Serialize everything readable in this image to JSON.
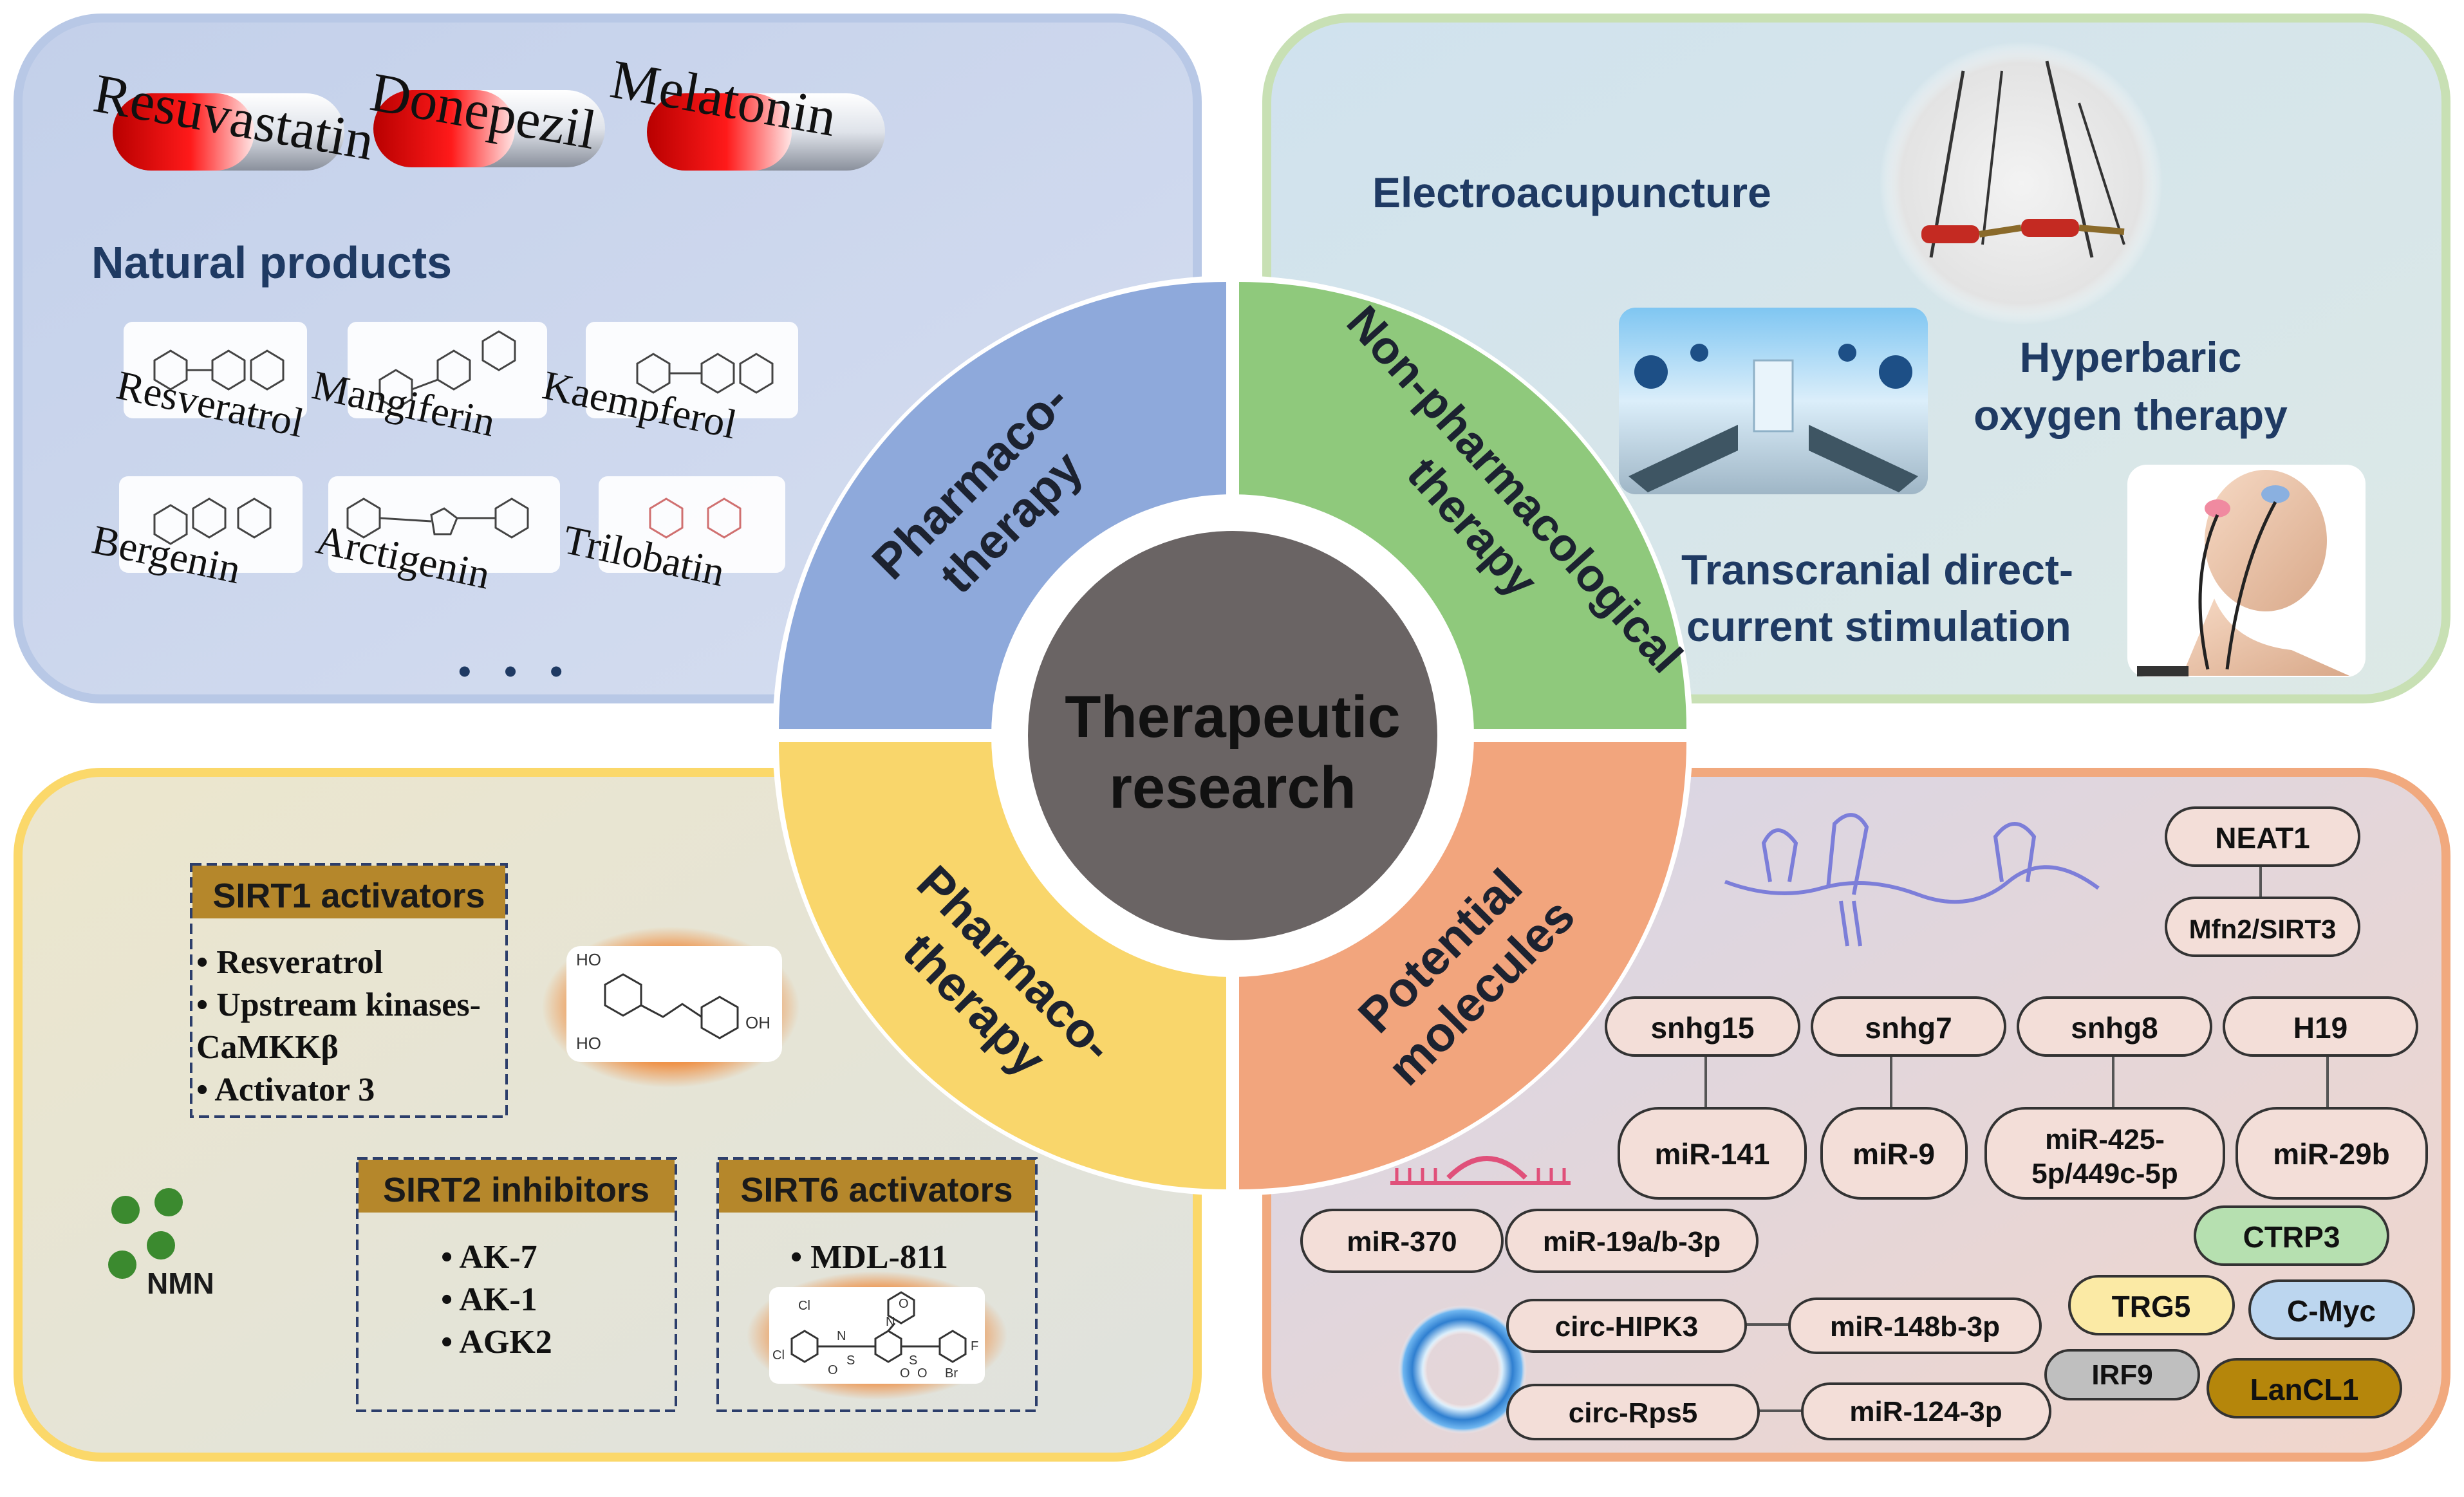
{
  "center": {
    "line1": "Therapeutic",
    "line2": "research"
  },
  "quadrants": {
    "top_left": {
      "sector_line1": "Pharmaco-",
      "sector_line2": "therapy",
      "pills": [
        "Resuvastatin",
        "Donepezil",
        "Melatonin"
      ],
      "natural_products_title": "Natural products",
      "compounds": [
        "Resveratrol",
        "Mangiferin",
        "Kaempferol",
        "Bergenin",
        "Arctigenin",
        "Trilobatin"
      ],
      "ellipsis": "• • •"
    },
    "top_right": {
      "sector_line1": "Non-pharmacological",
      "sector_line2": "therapy",
      "electro": "Electroacupuncture",
      "hbo_line1": "Hyperbaric",
      "hbo_line2": "oxygen therapy",
      "tdcs_line1": "Transcranial direct-",
      "tdcs_line2": "current stimulation"
    },
    "bottom_left": {
      "sector_line1": "Pharmaco-",
      "sector_line2": "therapy",
      "sirt1_title": "SIRT1 activators",
      "sirt1_items": [
        "• Resveratrol",
        "• Upstream kinases-",
        "CaMKKβ",
        "• Activator 3"
      ],
      "sirt2_title": "SIRT2 inhibitors",
      "sirt2_items": [
        "• AK-7",
        "• AK-1",
        "• AGK2"
      ],
      "sirt6_title": "SIRT6 activators",
      "sirt6_items": [
        "• MDL-811"
      ],
      "nmn": "NMN",
      "resveratrol_atoms": [
        "HO",
        "HO",
        "OH"
      ],
      "mdl_atoms": [
        "Cl",
        "Cl",
        "N",
        "O",
        "S",
        "O",
        "N",
        "S",
        "O",
        "O",
        "F",
        "Br"
      ]
    },
    "bottom_right": {
      "sector_line1": "Potential",
      "sector_line2": "molecules",
      "nodes": {
        "neat1": "NEAT1",
        "mfn2": "Mfn2/SIRT3",
        "snhg15": "snhg15",
        "snhg7": "snhg7",
        "snhg8": "snhg8",
        "h19": "H19",
        "mir141": "miR-141",
        "mir9": "miR-9",
        "mir425_line1": "miR-425-",
        "mir425_line2": "5p/449c-5p",
        "mir29b": "miR-29b",
        "mir370": "miR-370",
        "mir19": "miR-19a/b-3p",
        "ctrp3": "CTRP3",
        "trg5": "TRG5",
        "cmyc": "C-Myc",
        "circhipk3": "circ-HIPK3",
        "mir148": "miR-148b-3p",
        "irf9": "IRF9",
        "lancl1": "LanCL1",
        "circrps5": "circ-Rps5",
        "mir124": "miR-124-3p"
      }
    }
  },
  "colors": {
    "tl_panel": "#c7d3ea",
    "tl_sector": "#8ea9db",
    "tr_panel": "#d4e4ea",
    "tr_sector": "#8fc97c",
    "bl_panel": "#e9e4cf",
    "bl_sector": "#f9d66b",
    "br_panel": "#ecd7d4",
    "br_sector": "#f2a57d",
    "center": "#6a6464",
    "navy_text": "#1f3a63",
    "gold_header": "#b5872b",
    "ctrp3": "#b6e0b0",
    "trg5": "#fbeaa5",
    "cmyc": "#bcd6ef",
    "irf9": "#bfbfbf",
    "lancl1": "#b5860b"
  }
}
